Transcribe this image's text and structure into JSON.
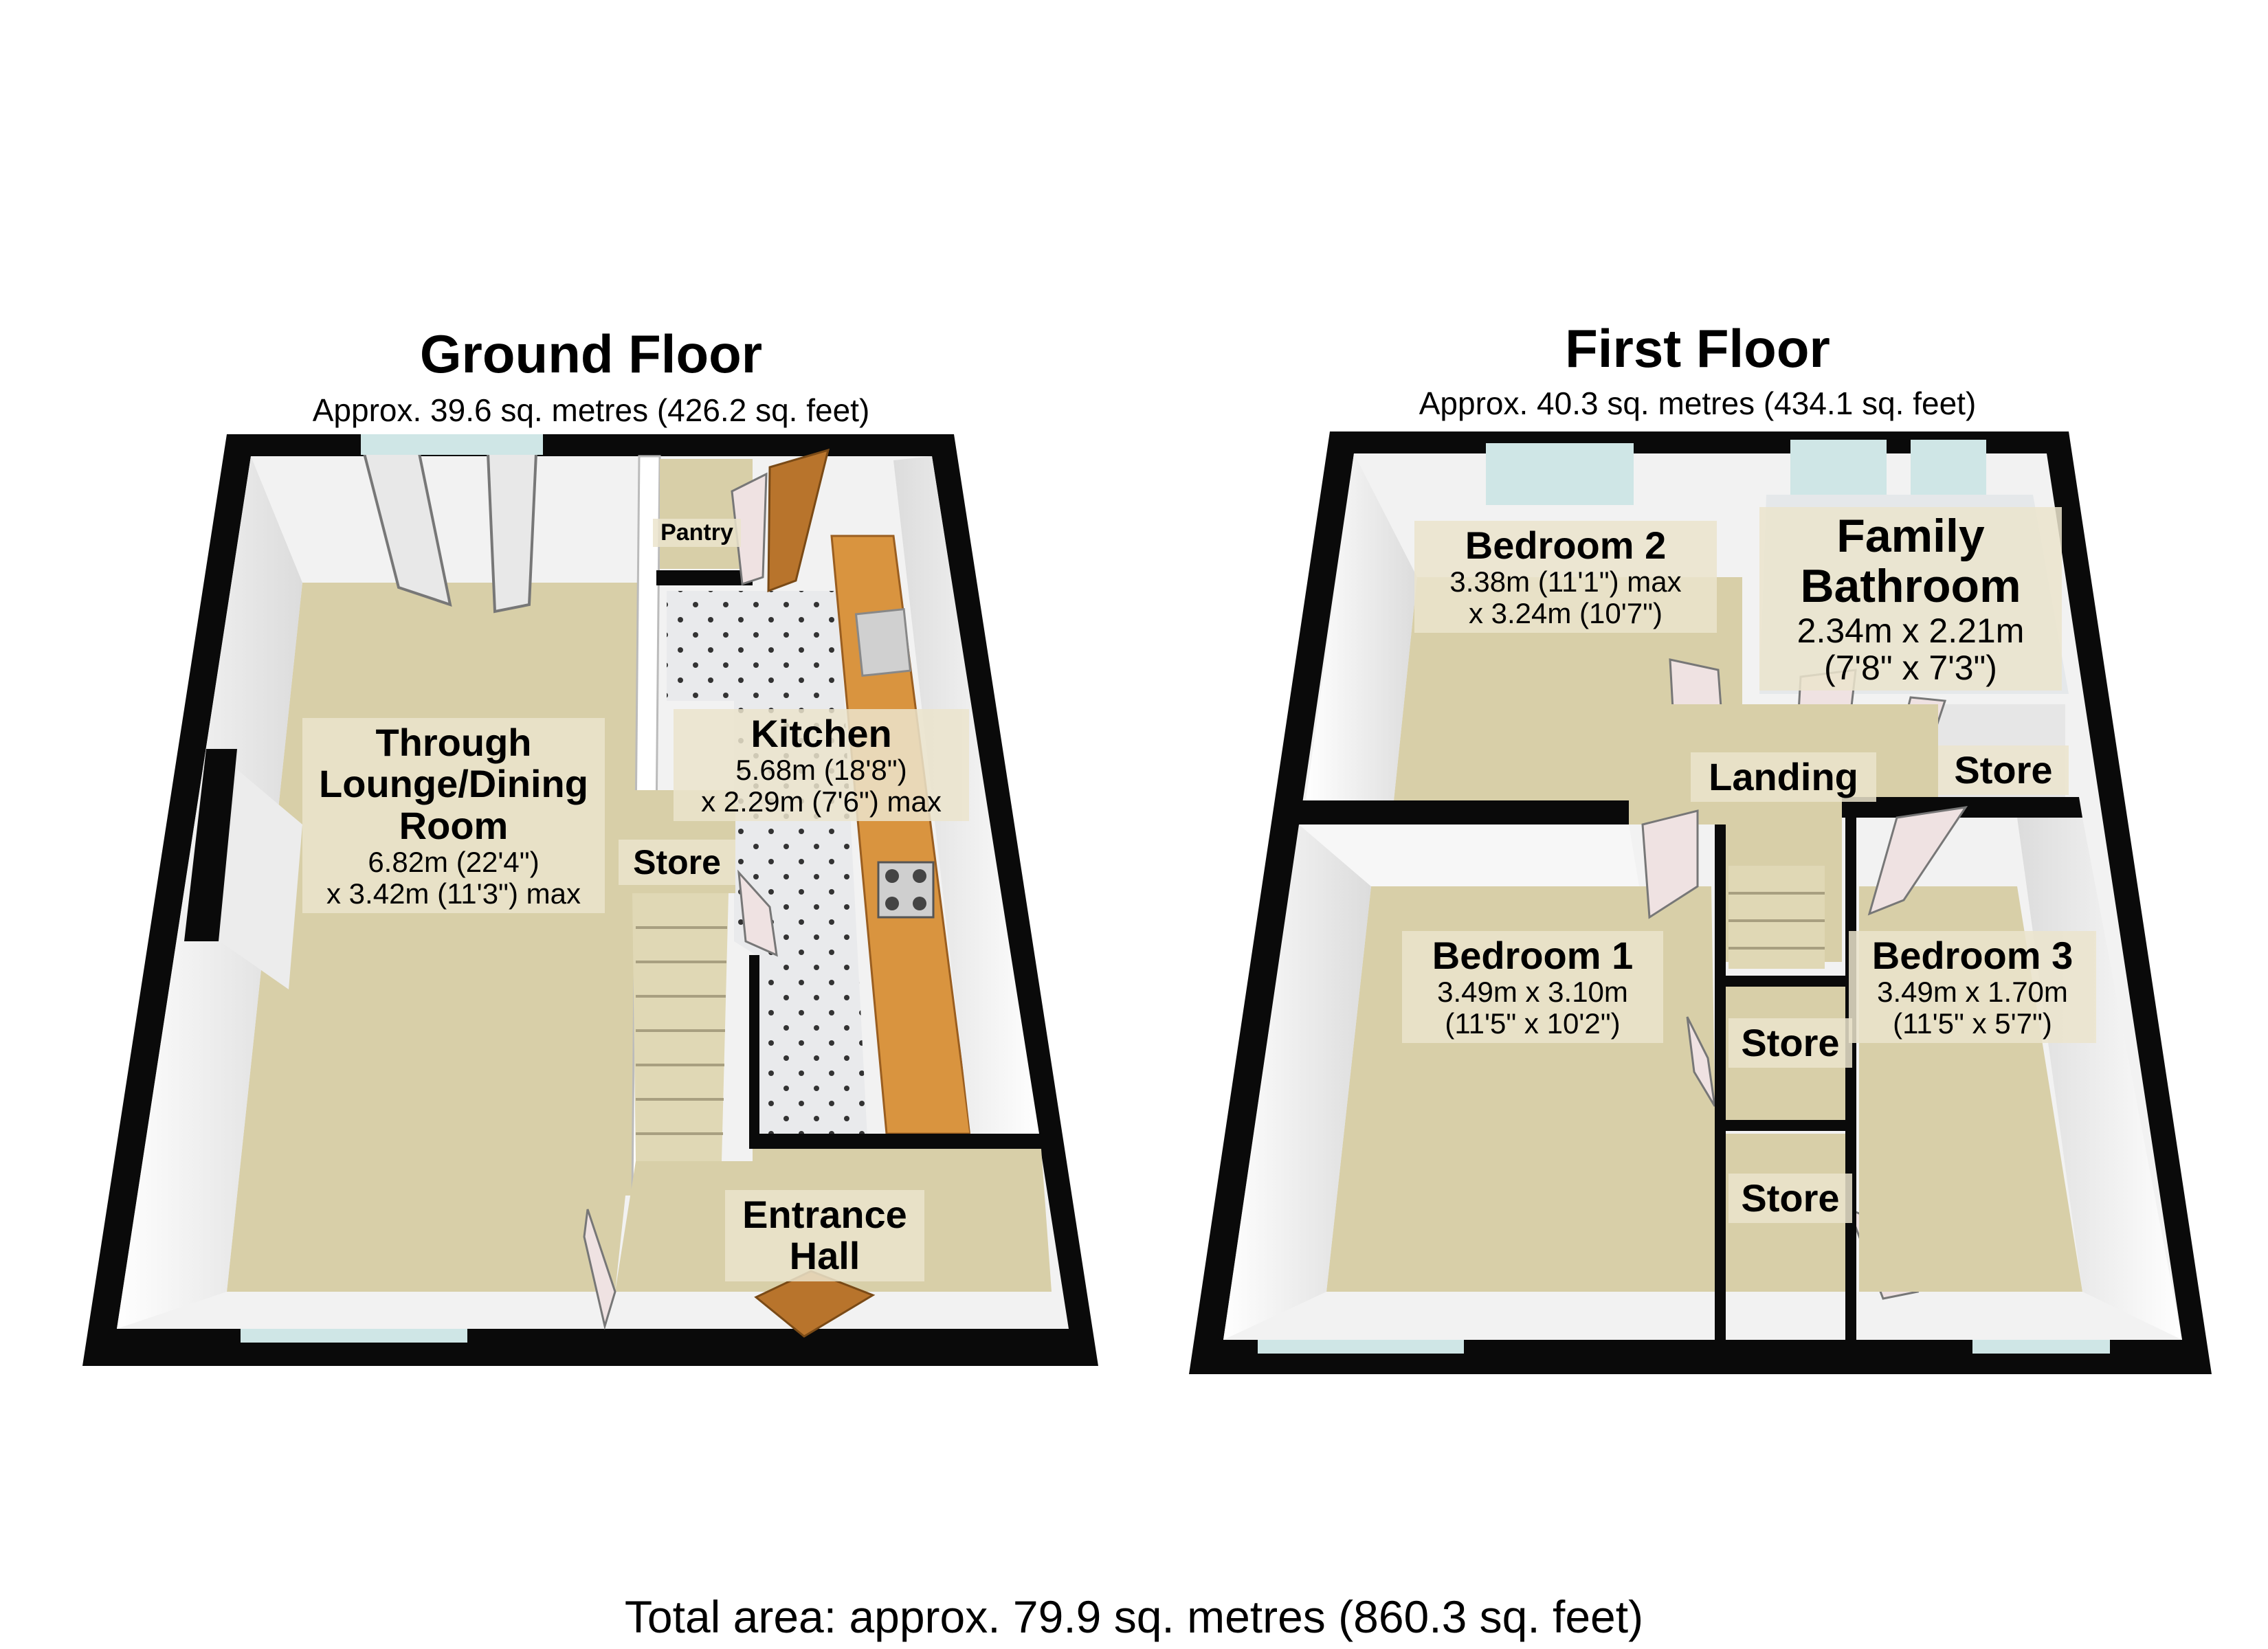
{
  "ground_floor": {
    "title": "Ground Floor",
    "area": "Approx. 39.6 sq. metres (426.2 sq. feet)",
    "rooms": {
      "lounge": {
        "name_1": "Through",
        "name_2": "Lounge/Dining",
        "name_3": "Room",
        "dim_1": "6.82m (22'4\")",
        "dim_2": "x 3.42m (11'3\") max"
      },
      "kitchen": {
        "name": "Kitchen",
        "dim_1": "5.68m (18'8\")",
        "dim_2": "x 2.29m (7'6\") max"
      },
      "pantry": {
        "name": "Pantry"
      },
      "store": {
        "name": "Store"
      },
      "hall": {
        "name_1": "Entrance",
        "name_2": "Hall"
      }
    }
  },
  "first_floor": {
    "title": "First Floor",
    "area": "Approx. 40.3 sq. metres (434.1 sq. feet)",
    "rooms": {
      "bedroom2": {
        "name": "Bedroom 2",
        "dim_1": "3.38m (11'1\") max",
        "dim_2": "x 3.24m (10'7\")"
      },
      "bathroom": {
        "name_1": "Family",
        "name_2": "Bathroom",
        "dim_1": "2.34m x 2.21m",
        "dim_2": "(7'8\" x 7'3\")"
      },
      "landing": {
        "name": "Landing"
      },
      "store_top": {
        "name": "Store"
      },
      "bedroom1": {
        "name": "Bedroom 1",
        "dim_1": "3.49m x 3.10m",
        "dim_2": "(11'5\" x 10'2\")"
      },
      "bedroom3": {
        "name": "Bedroom 3",
        "dim_1": "3.49m x 1.70m",
        "dim_2": "(11'5\" x 5'7\")"
      },
      "store_mid": {
        "name": "Store"
      },
      "store_low": {
        "name": "Store"
      }
    }
  },
  "total_area": "Total area: approx. 79.9 sq. metres (860.3 sq. feet)",
  "colors": {
    "wall": "#0a0a0a",
    "carpet": "#d8cfa8",
    "worktop": "#d9943f",
    "door": "#b8742c",
    "window": "#cfe6e6"
  }
}
